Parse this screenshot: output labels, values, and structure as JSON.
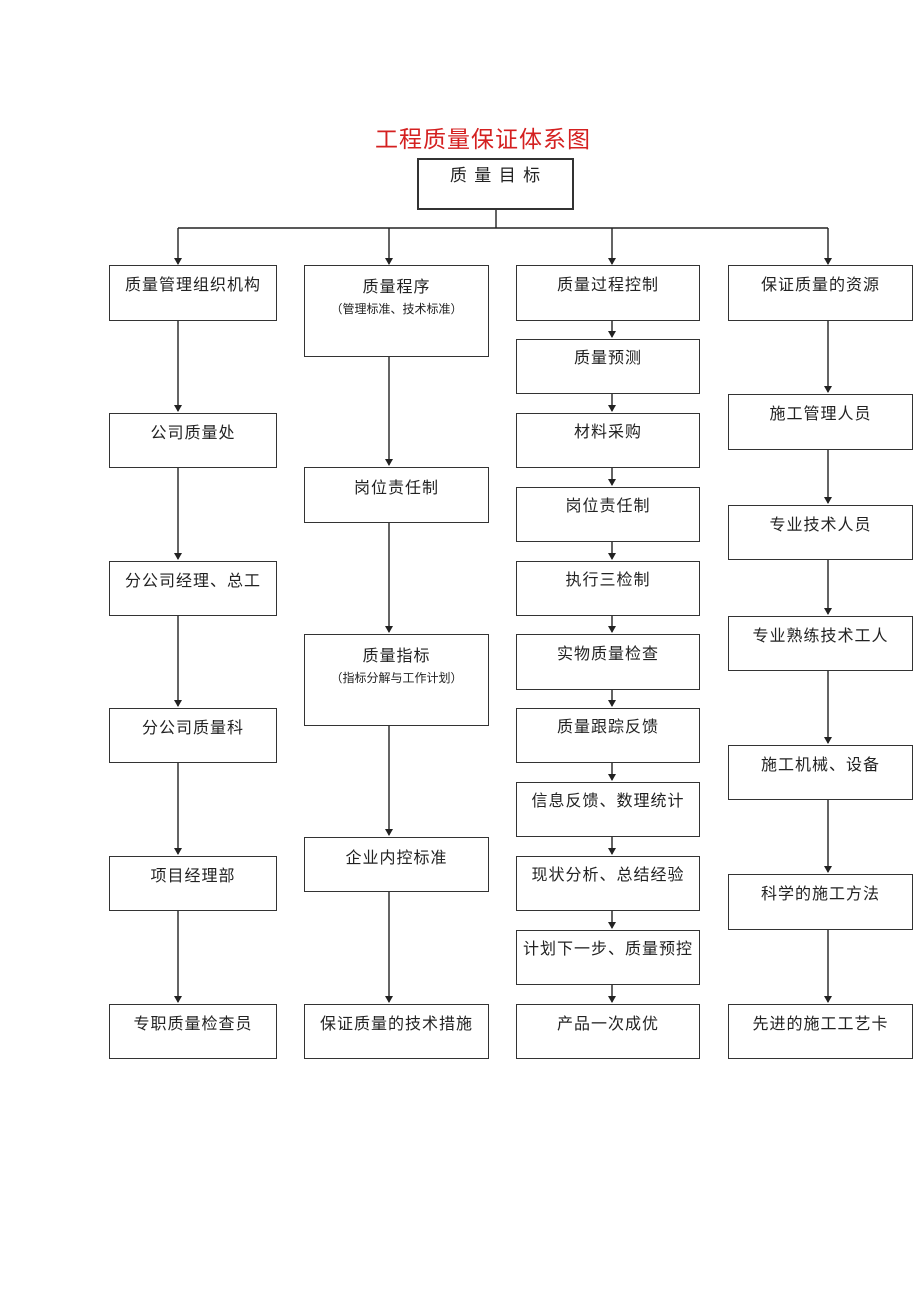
{
  "title": "工程质量保证体系图",
  "top": {
    "label": "质 量 目 标"
  },
  "columns": [
    {
      "header": {
        "label": "质量管理组织机构"
      },
      "items": [
        "公司质量处",
        "分公司经理、总工",
        "分公司质量科",
        "项目经理部",
        "专职质量检查员"
      ]
    },
    {
      "header": {
        "label": "质量程序",
        "sub": "（管理标准、技术标准）"
      },
      "items": [
        {
          "label": "岗位责任制"
        },
        {
          "label": "质量指标",
          "sub": "（指标分解与工作计划）"
        },
        {
          "label": "企业内控标准"
        },
        {
          "label": "保证质量的技术措施"
        }
      ]
    },
    {
      "header": {
        "label": "质量过程控制"
      },
      "items": [
        "质量预测",
        "材料采购",
        "岗位责任制",
        "执行三检制",
        "实物质量检查",
        "质量跟踪反馈",
        "信息反馈、数理统计",
        "现状分析、总结经验",
        "计划下一步、质量预控",
        "产品一次成优"
      ]
    },
    {
      "header": {
        "label": "保证质量的资源"
      },
      "items": [
        "施工管理人员",
        "专业技术人员",
        "专业熟练技术工人",
        "施工机械、设备",
        "科学的施工方法",
        "先进的施工工艺卡"
      ]
    }
  ]
}
